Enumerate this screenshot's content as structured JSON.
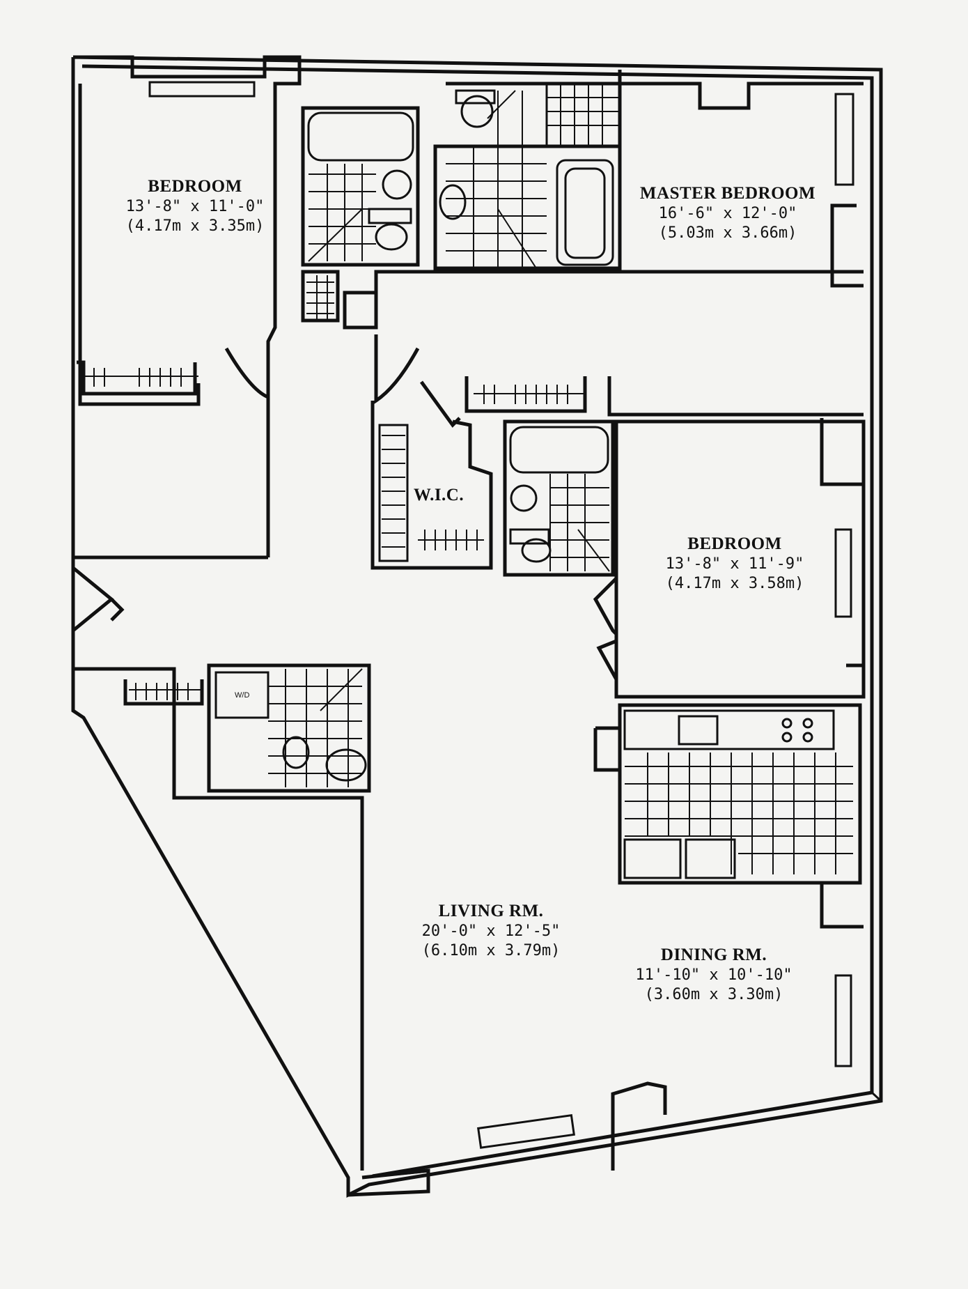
{
  "rooms": {
    "bedroom_1": {
      "name": "BEDROOM",
      "dim_ft": "13'-8\" x 11'-0\"",
      "dim_m": "(4.17m x 3.35m)"
    },
    "master_bedroom": {
      "name": "MASTER BEDROOM",
      "dim_ft": "16'-6\" x 12'-0\"",
      "dim_m": "(5.03m x 3.66m)"
    },
    "wic": {
      "name": "W.I.C."
    },
    "bedroom_2": {
      "name": "BEDROOM",
      "dim_ft": "13'-8\" x 11'-9\"",
      "dim_m": "(4.17m x 3.58m)"
    },
    "living": {
      "name": "LIVING RM.",
      "dim_ft": "20'-0\" x 12'-5\"",
      "dim_m": "(6.10m x 3.79m)"
    },
    "dining": {
      "name": "DINING RM.",
      "dim_ft": "11'-10\" x 10'-10\"",
      "dim_m": "(3.60m x 3.30m)"
    }
  },
  "fixtures": {
    "washer_dryer_label": "W/D"
  },
  "colors": {
    "ink": "#111111",
    "paper": "#f4f4f2"
  }
}
